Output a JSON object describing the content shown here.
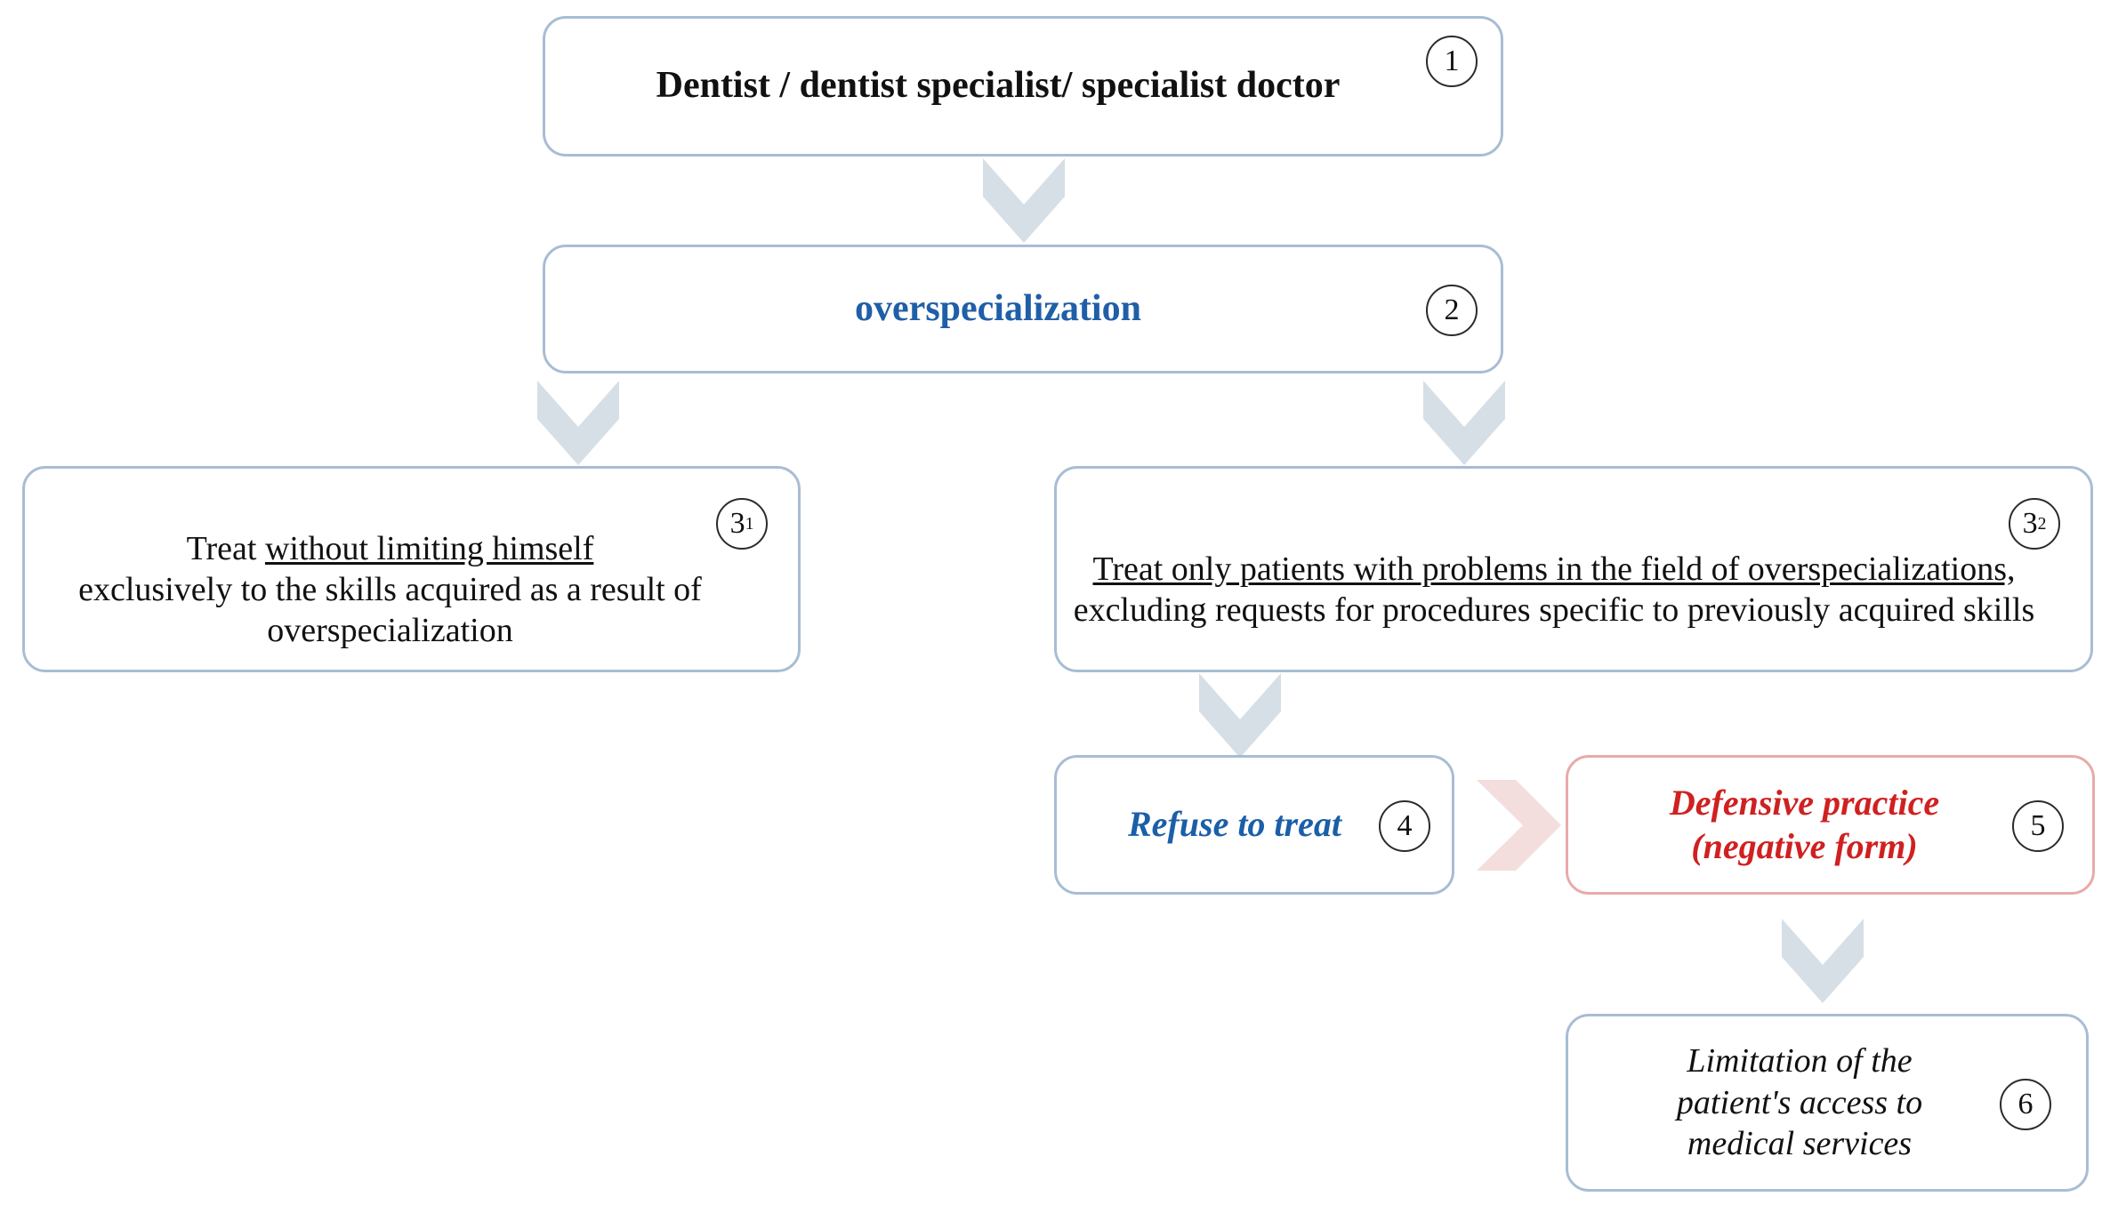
{
  "diagram": {
    "title": "Overspecialization decision pathway",
    "colors": {
      "box_border_blue": "#a8bdd4",
      "box_border_red": "#e9aaaa",
      "arrow_blue_gray": "#d6dee6",
      "arrow_pink": "#f3dedd",
      "text_blue": "#1f5fa8",
      "text_red": "#d02020",
      "text_black": "#111111",
      "background": "#ffffff"
    },
    "nodes": [
      {
        "id": "node-1",
        "badge": "1",
        "badge_sup": "",
        "text": "Dentist / dentist specialist/ specialist doctor",
        "style": "black-bold"
      },
      {
        "id": "node-2",
        "badge": "2",
        "badge_sup": "",
        "text": "overspecialization",
        "style": "blue-bold"
      },
      {
        "id": "node-3-1",
        "badge": "3",
        "badge_sup": "1",
        "text_underlined": "without limiting himself",
        "text_prefix": "Treat ",
        "text_rest": "exclusively to the skills acquired as a result of overspecialization",
        "text": "Treat without limiting himself exclusively to the skills acquired as a result of overspecialization",
        "style": "black-regular"
      },
      {
        "id": "node-3-2",
        "badge": "3",
        "badge_sup": "2",
        "text_underlined": "Treat only patients with problems in the field of overspecializations,",
        "text_rest": " excluding requests for procedures specific to previously acquired skills",
        "text": "Treat only patients with problems in the field of overspecializations, excluding requests for procedures specific to previously acquired skills",
        "style": "black-regular"
      },
      {
        "id": "node-4",
        "badge": "4",
        "badge_sup": "",
        "text": "Refuse to treat",
        "style": "blue-bold-italic"
      },
      {
        "id": "node-5",
        "badge": "5",
        "badge_sup": "",
        "text": "Defensive practice\n(negative form)",
        "style": "red-bold-italic"
      },
      {
        "id": "node-6",
        "badge": "6",
        "badge_sup": "",
        "text": "Limitation of the\npatient's access to\nmedical services",
        "style": "black-italic"
      }
    ],
    "arrows": [
      {
        "id": "arrow-1-to-2",
        "direction": "down",
        "color": "blue-gray",
        "from": "node-1",
        "to": "node-2"
      },
      {
        "id": "arrow-2-to-3-1",
        "direction": "down",
        "color": "blue-gray",
        "from": "node-2",
        "to": "node-3-1"
      },
      {
        "id": "arrow-2-to-3-2",
        "direction": "down",
        "color": "blue-gray",
        "from": "node-2",
        "to": "node-3-2"
      },
      {
        "id": "arrow-3-2-to-4",
        "direction": "down",
        "color": "blue-gray",
        "from": "node-3-2",
        "to": "node-4"
      },
      {
        "id": "arrow-4-to-5",
        "direction": "right",
        "color": "pink",
        "from": "node-4",
        "to": "node-5"
      },
      {
        "id": "arrow-5-to-6",
        "direction": "down",
        "color": "blue-gray",
        "from": "node-5",
        "to": "node-6"
      }
    ]
  }
}
